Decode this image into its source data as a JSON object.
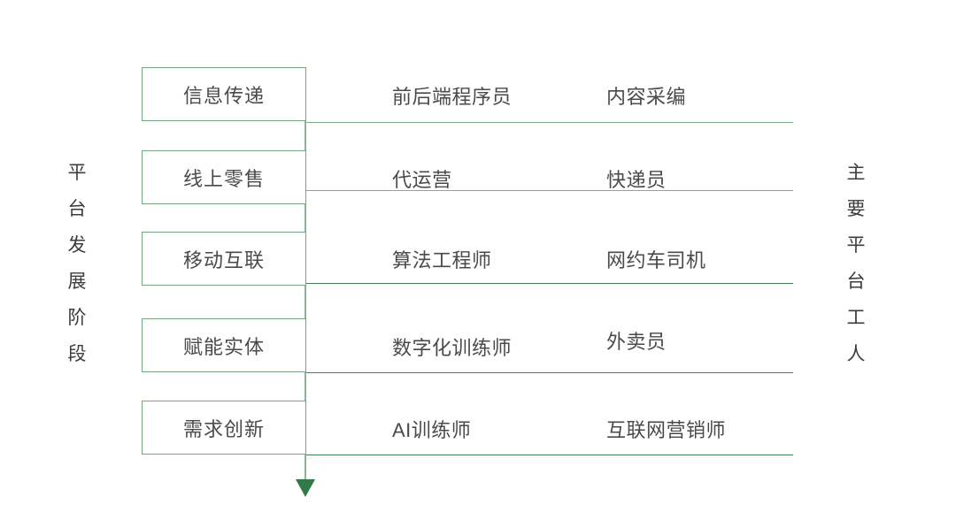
{
  "diagram": {
    "left_axis_label": "平台发展阶段",
    "left_axis_chars": [
      "平",
      "台",
      "发",
      "展",
      "阶",
      "段"
    ],
    "right_axis_label": "主要平台工人",
    "right_axis_chars": [
      "主",
      "要",
      "平",
      "台",
      "工",
      "人"
    ],
    "colors": {
      "box_border": "#74a57f",
      "spine": "#8bb496",
      "arrow_head": "#2f7a45",
      "rule_light": "#7fae8b",
      "rule_dark": "#3f7f52",
      "text": "#4a4a4a",
      "background": "#ffffff"
    },
    "flow_direction_icon": "down-arrow-icon",
    "rows": [
      {
        "stage": "信息传递",
        "workers": [
          "前后端程序员",
          "内容采编"
        ]
      },
      {
        "stage": "线上零售",
        "workers": [
          "代运营",
          "快递员"
        ]
      },
      {
        "stage": "移动互联",
        "workers": [
          "算法工程师",
          "网约车司机"
        ]
      },
      {
        "stage": "赋能实体",
        "workers": [
          "数字化训练师",
          "外卖员"
        ]
      },
      {
        "stage": "需求创新",
        "workers": [
          "AI训练师",
          "互联网营销师"
        ]
      }
    ]
  }
}
